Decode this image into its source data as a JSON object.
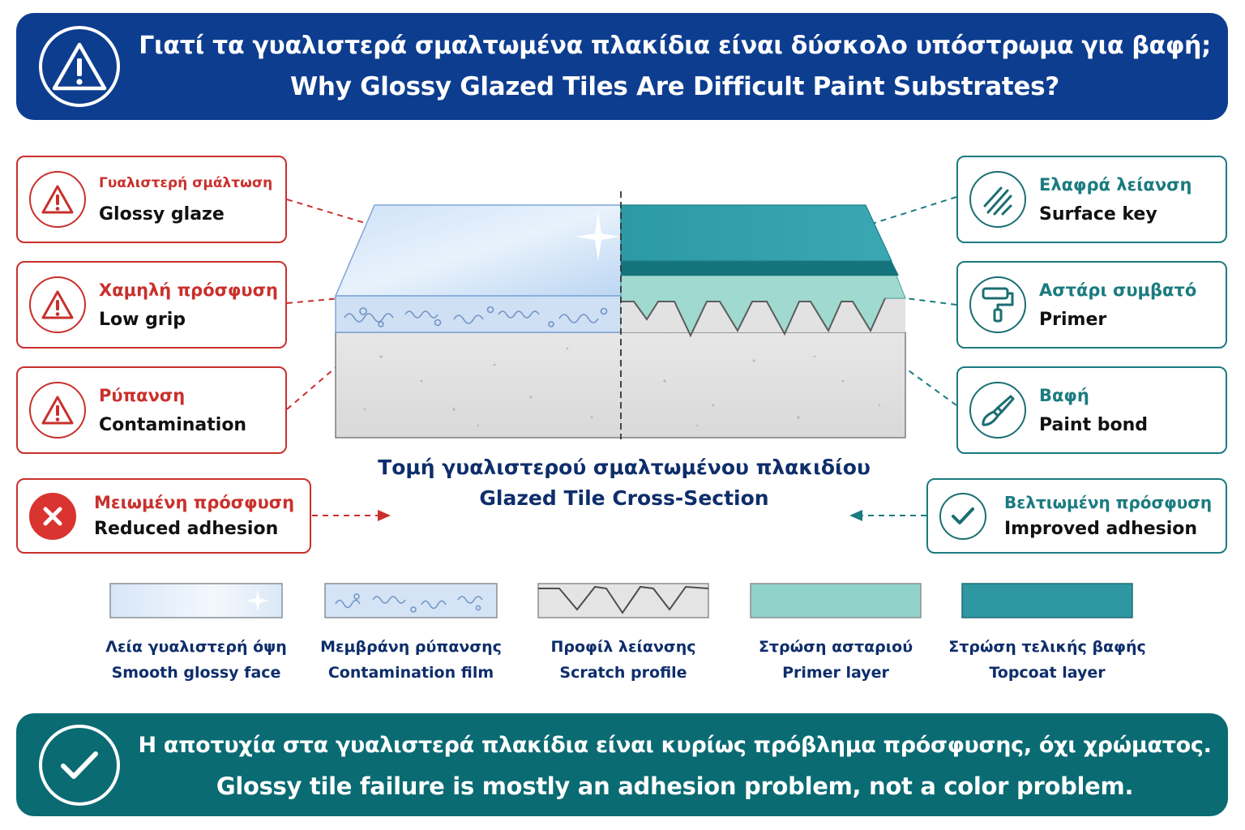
{
  "header": {
    "title_gr": "Γιατί τα γυαλιστερά σμαλτωμένα πλακίδια είναι δύσκολο υπόστρωμα για βαφή;",
    "title_en": "Why Glossy Glazed Tiles Are Difficult Paint Substrates?",
    "icon": "warning-triangle-icon"
  },
  "left_cards": [
    {
      "gr": "Γυαλιστερή σμάλτωση",
      "en": "Glossy glaze",
      "icon": "warning-triangle-icon"
    },
    {
      "gr": "Χαμηλή πρόσφυση",
      "en": "Low grip",
      "icon": "warning-triangle-icon"
    },
    {
      "gr": "Ρύπανση",
      "en": "Contamination",
      "icon": "warning-triangle-icon"
    }
  ],
  "right_cards": [
    {
      "gr": "Ελαφρά λείανση",
      "en": "Surface key",
      "icon": "scratch-lines-icon"
    },
    {
      "gr": "Αστάρι συμβατό",
      "en": "Primer",
      "icon": "paint-roller-icon"
    },
    {
      "gr": "Βαφή",
      "en": "Paint bond",
      "icon": "paint-brush-icon"
    }
  ],
  "result_left": {
    "gr": "Μειωμένη πρόσφυση",
    "en": "Reduced adhesion",
    "icon": "x-circle-icon"
  },
  "result_right": {
    "gr": "Βελτιωμένη πρόσφυση",
    "en": "Improved adhesion",
    "icon": "check-circle-icon"
  },
  "cross_section": {
    "title_gr": "Τομή γυαλιστερού σμαλτωμένου πλακιδίου",
    "title_en": "Glazed Tile Cross-Section"
  },
  "legend": [
    {
      "gr": "Λεία γυαλιστερή όψη",
      "en": "Smooth glossy face"
    },
    {
      "gr": "Μεμβράνη ρύπανσης",
      "en": "Contamination film"
    },
    {
      "gr": "Προφίλ λείανσης",
      "en": "Scratch profile"
    },
    {
      "gr": "Στρώση ασταριού",
      "en": "Primer layer"
    },
    {
      "gr": "Στρώση τελικής βαφής",
      "en": "Topcoat layer"
    }
  ],
  "footer": {
    "text_gr": "Η αποτυχία στα γυαλιστερά πλακίδια είναι κυρίως πρόβλημα πρόσφυσης, όχι χρώματος.",
    "text_en": "Glossy tile failure is mostly an adhesion problem, not a color problem.",
    "icon": "check-circle-icon"
  },
  "colors": {
    "navy": "#0d3d8f",
    "teal_dark": "#0a6b73",
    "warning_red": "#c9302c",
    "teal_accent": "#1b7b80",
    "primer": "#8fd3c9",
    "topcoat": "#2f97a2"
  }
}
